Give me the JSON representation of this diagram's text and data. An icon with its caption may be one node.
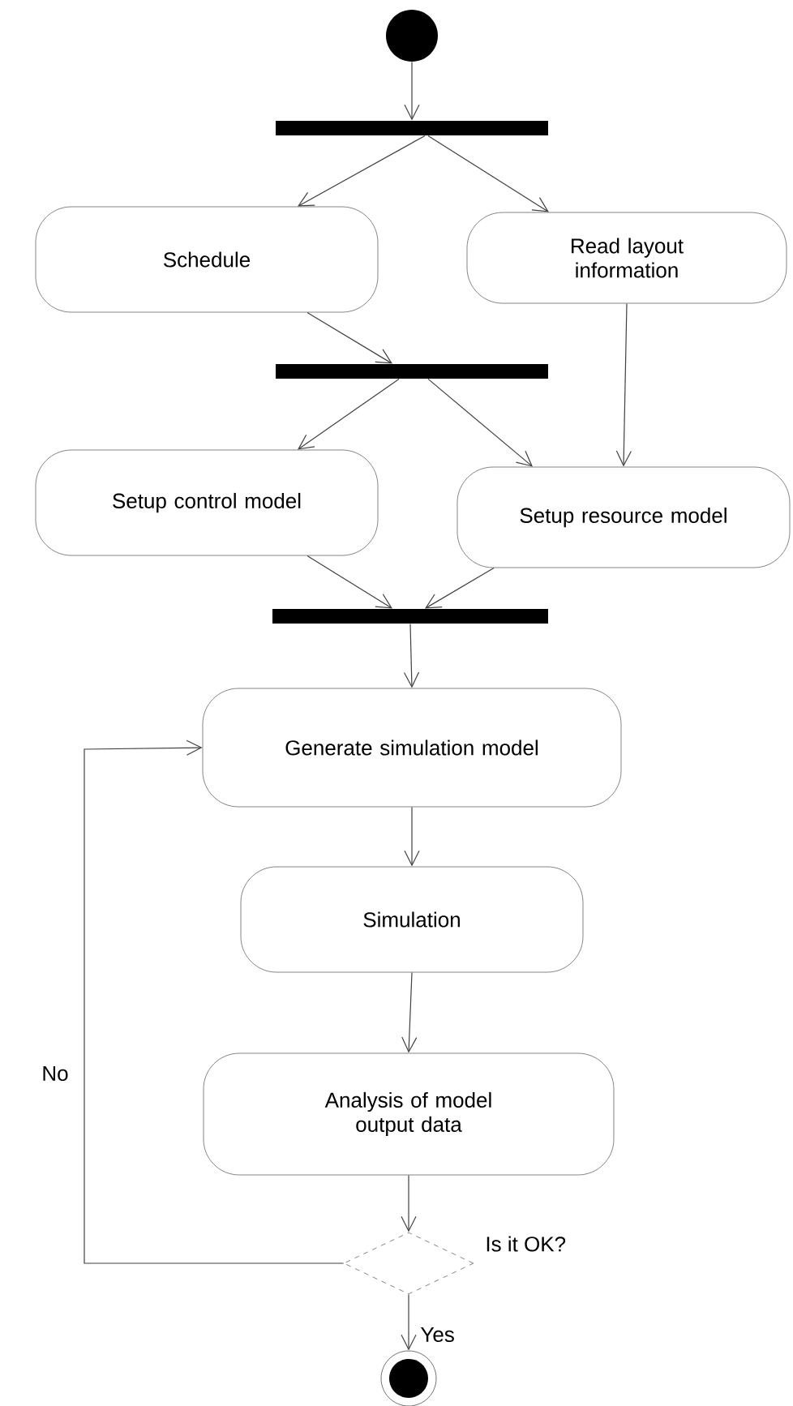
{
  "diagram": {
    "nodes": [
      {
        "text": [],
        "shape": "circle"
      },
      {
        "text": [],
        "shape": "bar"
      },
      {
        "text": [
          "Schedule"
        ]
      },
      {
        "text": [
          "Read layout information"
        ]
      },
      {
        "text": [],
        "shape": "bar"
      },
      {
        "text": [
          "Setup control model"
        ]
      },
      {
        "text": [
          "Setup resource model"
        ]
      },
      {
        "text": [],
        "shape": "bar"
      },
      {
        "text": [
          "Generate simulation model"
        ]
      },
      {
        "text": [
          "Simulation"
        ]
      },
      {
        "text": [
          "Analysis of model output data"
        ]
      },
      {
        "text": [],
        "shape": "diamond",
        "beside": [
          "Is it OK?"
        ]
      },
      {
        "text": [],
        "shape": "bullseye"
      }
    ],
    "edges": [
      {
        "from": 0,
        "to": 1,
        "arrow": "to"
      },
      {
        "from": 1,
        "to": 2,
        "arrow": "to"
      },
      {
        "from": 1,
        "to": 3,
        "arrow": "to"
      },
      {
        "from": 2,
        "to": 4,
        "arrow": "to"
      },
      {
        "from": 4,
        "to": 5,
        "arrow": "to"
      },
      {
        "from": 4,
        "to": 6,
        "arrow": "to"
      },
      {
        "from": 3,
        "to": 6,
        "arrow": "to"
      },
      {
        "from": 5,
        "to": 7,
        "arrow": "to"
      },
      {
        "from": 6,
        "to": 7,
        "arrow": "to"
      },
      {
        "from": 7,
        "to": 8,
        "arrow": "to"
      },
      {
        "from": 8,
        "to": 9,
        "arrow": "to"
      },
      {
        "from": 9,
        "to": 10,
        "arrow": "to"
      },
      {
        "from": 10,
        "to": 11,
        "arrow": "to"
      },
      {
        "from": 11,
        "to": 12,
        "arrow": "to",
        "label": "Yes"
      },
      {
        "from": 11,
        "to": 8,
        "arrow": "to",
        "label": "No"
      }
    ]
  }
}
